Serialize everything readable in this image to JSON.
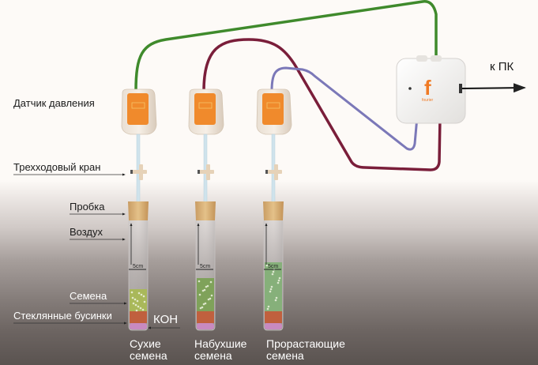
{
  "labels": {
    "pressure_sensor": "Датчик давления",
    "three_way_valve": "Трехходовый кран",
    "stopper": "Пробка",
    "air": "Воздух",
    "seeds": "Семена",
    "glass_beads": "Стеклянные бусинки",
    "koh": "КОН",
    "to_pc": "к ПК"
  },
  "tubes": [
    {
      "caption_line1": "Сухие",
      "caption_line2": "семена",
      "scale": "5cm",
      "wire_color": "#3f8a2c",
      "seed_color": "#a9b85a",
      "seed_level": 0.28
    },
    {
      "caption_line1": "Набухшие",
      "caption_line2": "семена",
      "scale": "5cm",
      "wire_color": "#7a1e3a",
      "seed_color": "#7fa25a",
      "seed_level": 0.42
    },
    {
      "caption_line1": "Прорастающие",
      "caption_line2": "семена",
      "scale": "5cm",
      "wire_color": "#7b78b8",
      "seed_color": "#86b07a",
      "seed_level": 0.62
    }
  ],
  "logger": {
    "brand": "fourier",
    "logo_letter": "f",
    "brand_color": "#f07a23"
  },
  "colors": {
    "sensor_orange": "#f08a2c",
    "cork": "#d9b27a",
    "beads": "#c0603e",
    "koh": "#c88ac0"
  }
}
